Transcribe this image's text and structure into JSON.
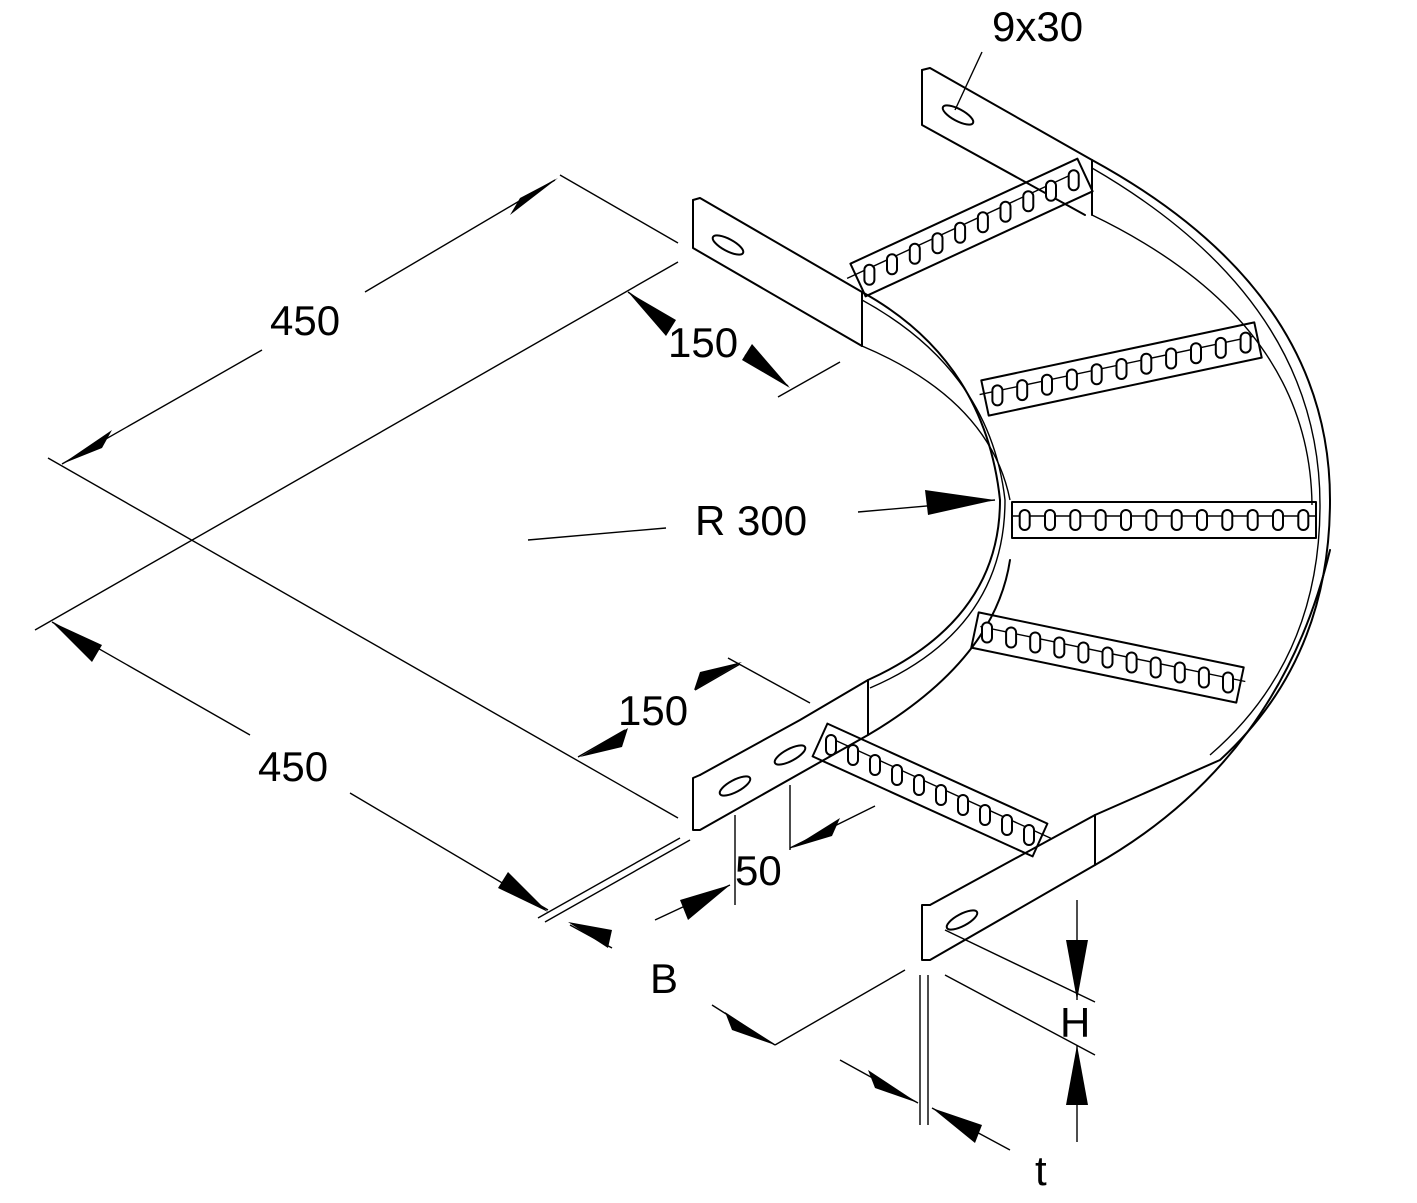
{
  "drawing": {
    "slot_size": "9x30",
    "length_top": "450",
    "length_bottom": "450",
    "straight_top": "150",
    "straight_bottom": "150",
    "radius": "R 300",
    "side_height": "50",
    "width_symbol": "B",
    "height_symbol": "H",
    "thickness_symbol": "t"
  },
  "colors": {
    "line": "#000000",
    "background": "#ffffff"
  }
}
